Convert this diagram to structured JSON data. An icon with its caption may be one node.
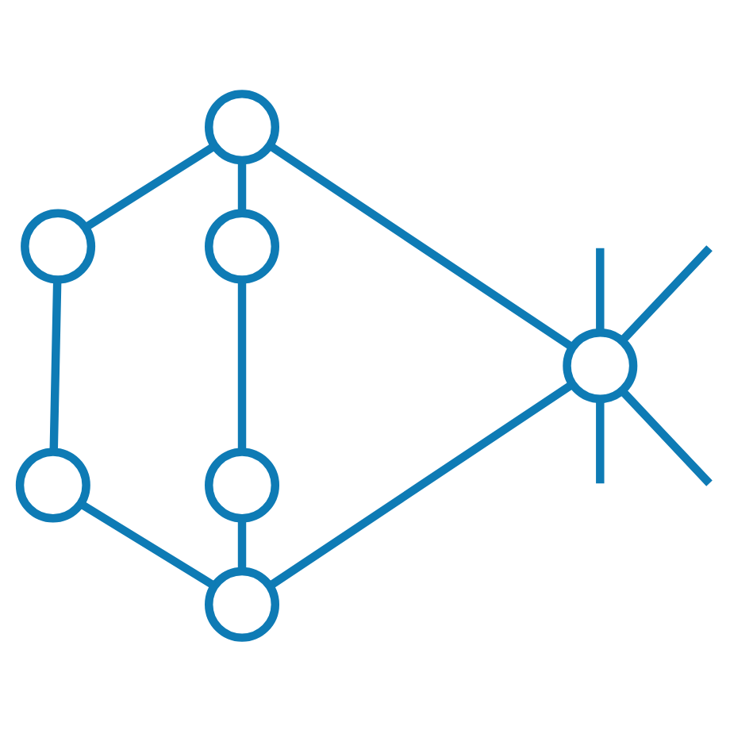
{
  "diagram": {
    "nodes": [
      {
        "text": [],
        "shape": "circle"
      },
      {
        "text": [],
        "shape": "circle"
      },
      {
        "text": [],
        "shape": "circle"
      },
      {
        "text": [],
        "shape": "circle"
      },
      {
        "text": [],
        "shape": "circle"
      },
      {
        "text": [],
        "shape": "circle"
      },
      {
        "text": [],
        "shape": "circle"
      }
    ],
    "edges": [
      {
        "from": 0,
        "to": 1,
        "arrow": "none"
      },
      {
        "from": 0,
        "to": 2,
        "arrow": "none"
      },
      {
        "from": 0,
        "to": 3,
        "arrow": "none"
      },
      {
        "from": 1,
        "to": 4,
        "arrow": "none"
      },
      {
        "from": 2,
        "to": 5,
        "arrow": "none"
      },
      {
        "from": 3,
        "to": 6,
        "arrow": "none"
      },
      {
        "from": 4,
        "to": 6,
        "arrow": "none"
      },
      {
        "from": 5,
        "to": 6,
        "arrow": "none"
      },
      {
        "from": null,
        "to": 3,
        "arrow": "none"
      },
      {
        "from": null,
        "to": 3,
        "arrow": "none"
      },
      {
        "from": 3,
        "to": null,
        "arrow": "none"
      },
      {
        "from": 3,
        "to": null,
        "arrow": "none"
      }
    ]
  }
}
